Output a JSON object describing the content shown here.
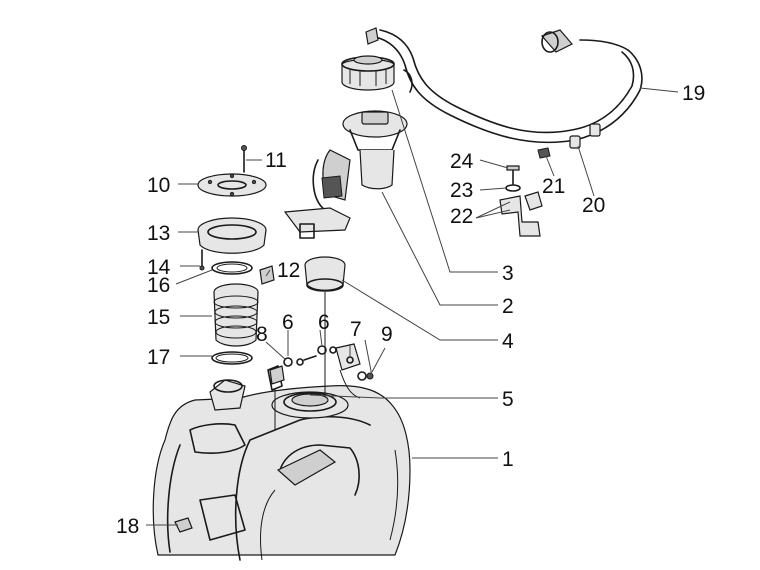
{
  "callouts": [
    {
      "id": "c1",
      "text": "1"
    },
    {
      "id": "c2",
      "text": "2"
    },
    {
      "id": "c3",
      "text": "3"
    },
    {
      "id": "c4",
      "text": "4"
    },
    {
      "id": "c5",
      "text": "5"
    },
    {
      "id": "c6a",
      "text": "6"
    },
    {
      "id": "c6b",
      "text": "6"
    },
    {
      "id": "c7",
      "text": "7"
    },
    {
      "id": "c8",
      "text": "8"
    },
    {
      "id": "c9",
      "text": "9"
    },
    {
      "id": "c10",
      "text": "10"
    },
    {
      "id": "c11",
      "text": "11"
    },
    {
      "id": "c12",
      "text": "12"
    },
    {
      "id": "c13",
      "text": "13"
    },
    {
      "id": "c14",
      "text": "14"
    },
    {
      "id": "c15",
      "text": "15"
    },
    {
      "id": "c16",
      "text": "16"
    },
    {
      "id": "c17",
      "text": "17"
    },
    {
      "id": "c18",
      "text": "18"
    },
    {
      "id": "c19",
      "text": "19"
    },
    {
      "id": "c20",
      "text": "20"
    },
    {
      "id": "c21",
      "text": "21"
    },
    {
      "id": "c22",
      "text": "22"
    },
    {
      "id": "c23",
      "text": "23"
    },
    {
      "id": "c24",
      "text": "24"
    }
  ]
}
